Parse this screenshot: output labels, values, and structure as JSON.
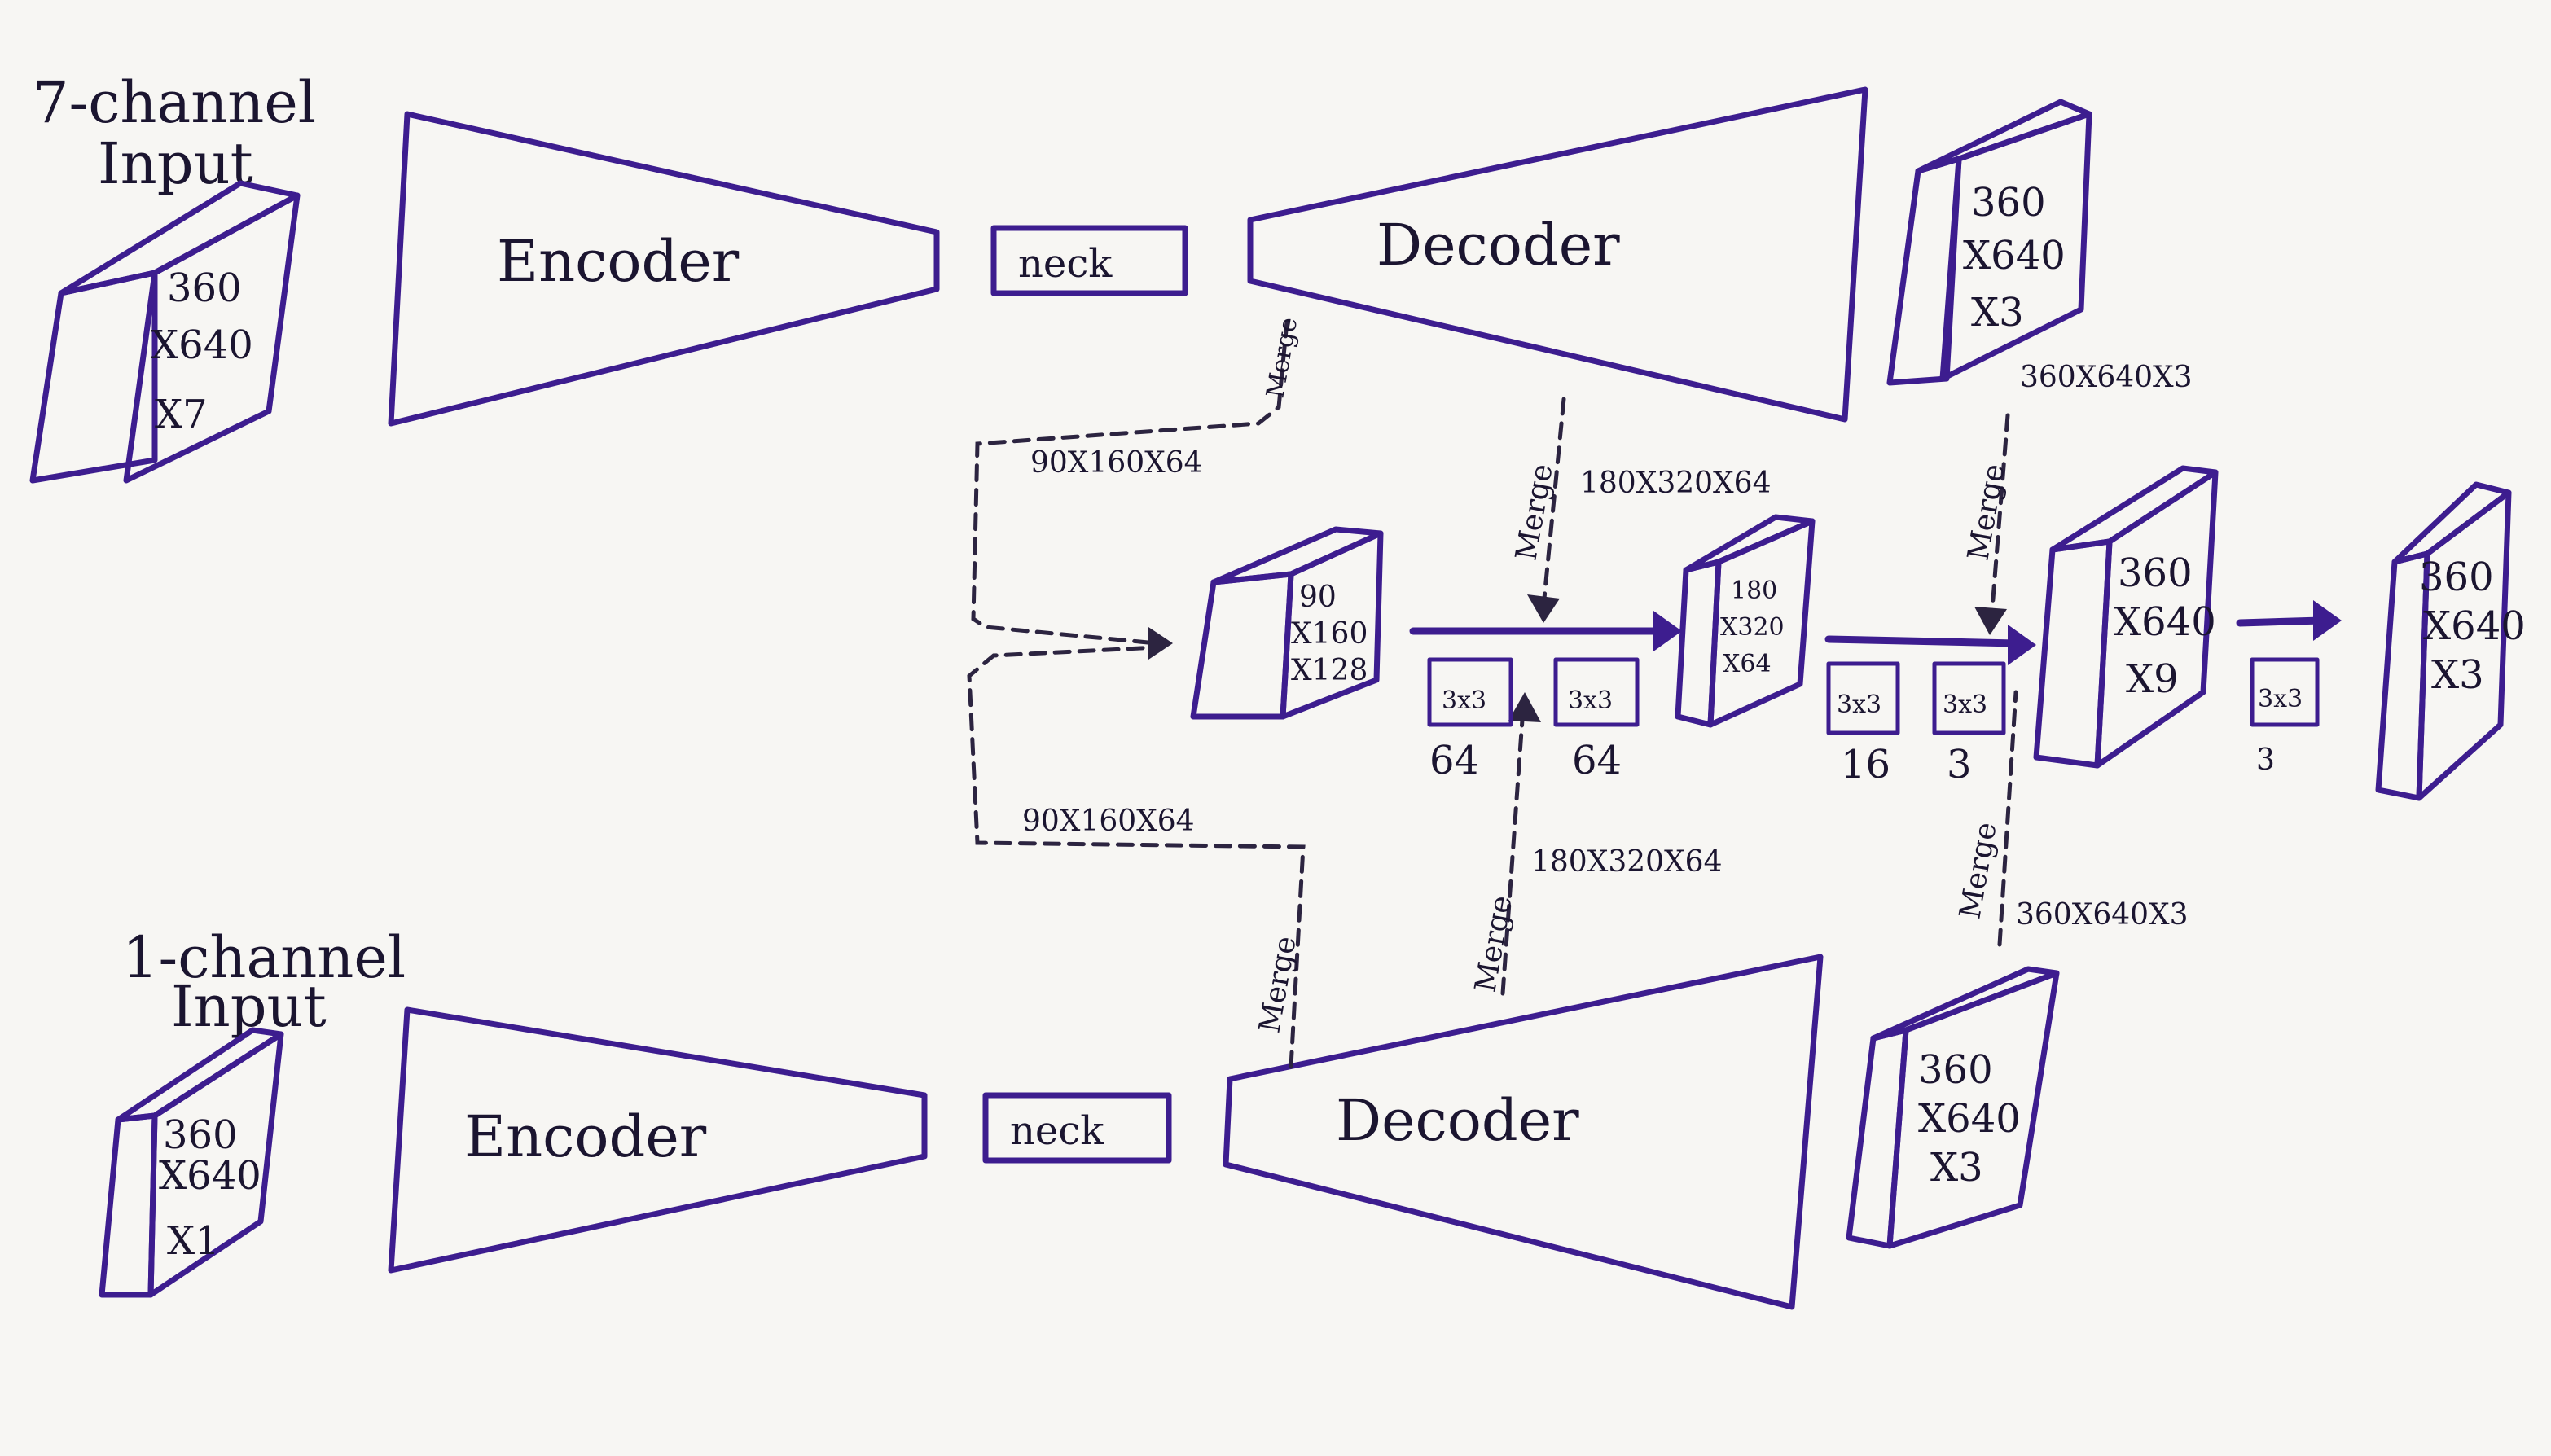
{
  "top_branch": {
    "input_label_line1": "7-channel",
    "input_label_line2": "Input",
    "input_dims": [
      "360",
      "X640",
      "X7"
    ],
    "encoder_label": "Encoder",
    "neck_label": "neck",
    "decoder_label": "Decoder",
    "output_dims": [
      "360",
      "X640",
      "X3"
    ],
    "output_shape": "360X640X3"
  },
  "bottom_branch": {
    "input_label_line1": "1-channel",
    "input_label_line2": "Input",
    "input_dims": [
      "360",
      "X640",
      "X1"
    ],
    "encoder_label": "Encoder",
    "neck_label": "neck",
    "decoder_label": "Decoder",
    "output_dims": [
      "360",
      "X640",
      "X3"
    ],
    "output_shape": "360X640X3"
  },
  "fusion": {
    "merge_label": "Merge",
    "top_skip_shape": "90X160X64",
    "bottom_skip_shape": "90X160X64",
    "top_mid_shape": "180X320X64",
    "bottom_mid_shape": "180X320X64",
    "block1_dims": [
      "90",
      "X160",
      "X128"
    ],
    "block2_dims": [
      "180",
      "X320",
      "X64"
    ],
    "block3_dims": [
      "360",
      "X640",
      "X9"
    ],
    "final_dims": [
      "360",
      "X640",
      "X3"
    ],
    "conv_label": "3x3",
    "conv_filters": [
      "64",
      "64",
      "16",
      "3",
      "3"
    ]
  }
}
